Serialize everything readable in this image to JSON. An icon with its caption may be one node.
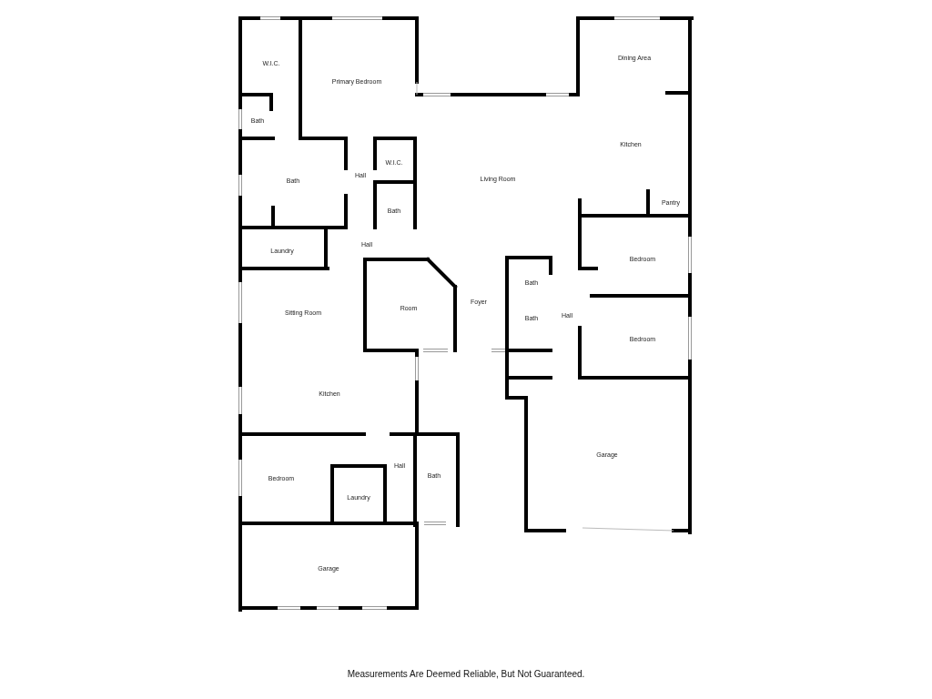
{
  "diagram": {
    "caption": "Measurements Are Deemed Reliable, But Not Guaranteed.",
    "labels": [
      "W.I.C.",
      "Primary Bedroom",
      "Dining Area",
      "Bath",
      "Kitchen",
      "W.I.C.",
      "Hall",
      "Living Room",
      "Bath",
      "Pantry",
      "Bath",
      "Hall",
      "Laundry",
      "Bedroom",
      "Bath",
      "Foyer",
      "Room",
      "Sitting Room",
      "Hall",
      "Bath",
      "Bedroom",
      "Kitchen",
      "Garage",
      "Hall",
      "Bath",
      "Bedroom",
      "Laundry",
      "Garage"
    ]
  }
}
